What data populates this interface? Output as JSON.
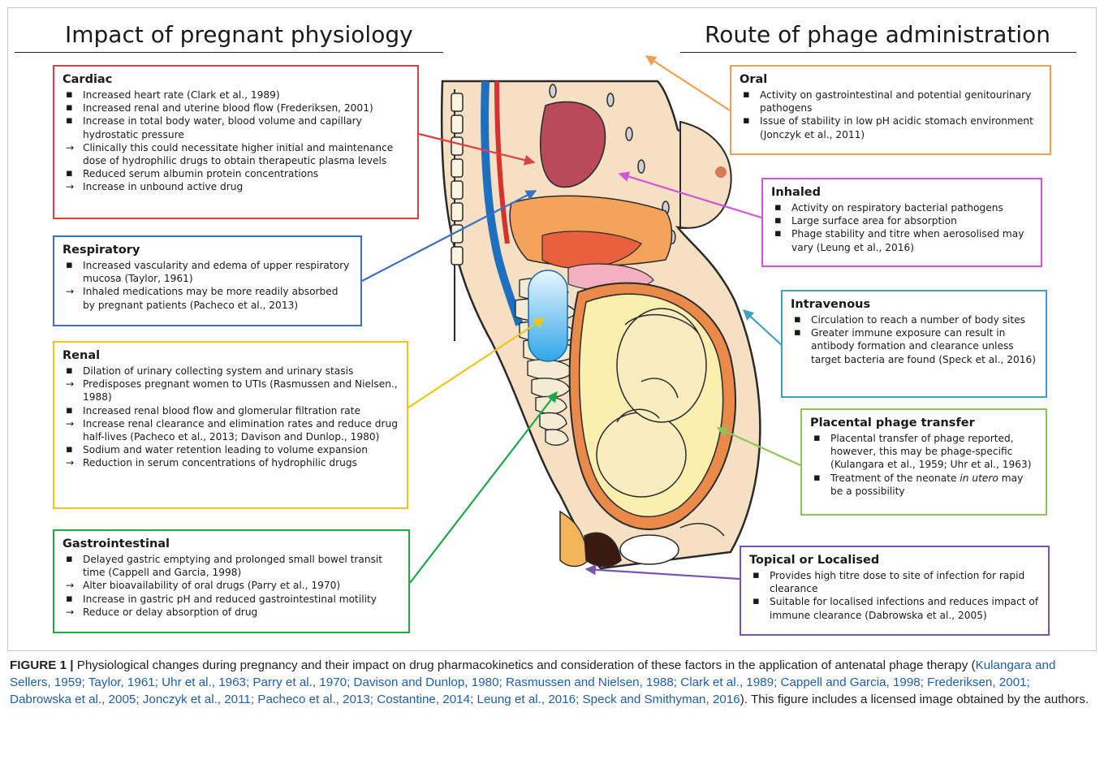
{
  "headings": {
    "left": "Impact of pregnant physiology",
    "right": "Route of phage administration"
  },
  "colors": {
    "cardiac": "#e04040",
    "respiratory": "#3a6fc4",
    "renal": "#f0c419",
    "gastrointestinal": "#1fa84a",
    "oral": "#f0a050",
    "inhaled": "#d056d8",
    "intravenous": "#3fa0bf",
    "placental": "#8fc45a",
    "topical": "#7a52b0"
  },
  "left_boxes": {
    "cardiac": {
      "title": "Cardiac",
      "items": [
        {
          "kind": "b",
          "text": "Increased heart rate (Clark et al., 1989)"
        },
        {
          "kind": "b",
          "text": "Increased renal and uterine blood flow (Frederiksen, 2001)"
        },
        {
          "kind": "b",
          "text": "Increase in total body water, blood volume and capillary hydrostatic pressure"
        },
        {
          "kind": "a",
          "text": "Clinically this could necessitate higher initial and maintenance dose of hydrophilic drugs to obtain therapeutic plasma levels"
        },
        {
          "kind": "b",
          "text": "Reduced serum albumin protein concentrations"
        },
        {
          "kind": "a",
          "text": "Increase in unbound active drug"
        }
      ]
    },
    "respiratory": {
      "title": "Respiratory",
      "items": [
        {
          "kind": "b",
          "text": "Increased vascularity and edema of upper respiratory mucosa (Taylor, 1961)"
        },
        {
          "kind": "a",
          "text": "Inhaled medications may be more readily absorbed by pregnant patients (Pacheco et al., 2013)"
        }
      ]
    },
    "renal": {
      "title": "Renal",
      "items": [
        {
          "kind": "b",
          "text": "Dilation of urinary collecting system and urinary stasis"
        },
        {
          "kind": "a",
          "text": "Predisposes pregnant women to UTIs (Rasmussen and Nielsen., 1988)"
        },
        {
          "kind": "b",
          "text": "Increased renal blood flow and glomerular filtration rate"
        },
        {
          "kind": "a",
          "text": "Increase renal clearance and elimination rates and reduce drug half-lives (Pacheco et al., 2013; Davison and Dunlop., 1980)"
        },
        {
          "kind": "b",
          "text": "Sodium and water retention leading to volume expansion"
        },
        {
          "kind": "a",
          "text": "Reduction in serum concentrations of hydrophilic drugs"
        }
      ]
    },
    "gastrointestinal": {
      "title": "Gastrointestinal",
      "items": [
        {
          "kind": "b",
          "text": "Delayed gastric emptying and prolonged small bowel transit time (Cappell and Garcia, 1998)"
        },
        {
          "kind": "a",
          "text": "Alter bioavailability of oral drugs (Parry et al., 1970)"
        },
        {
          "kind": "b",
          "text": "Increase in gastric pH and reduced gastrointestinal motility"
        },
        {
          "kind": "a",
          "text": "Reduce or delay absorption of drug"
        }
      ]
    }
  },
  "right_boxes": {
    "oral": {
      "title": "Oral",
      "items": [
        {
          "kind": "b",
          "text": "Activity on gastrointestinal and potential genitourinary pathogens"
        },
        {
          "kind": "b",
          "text": "Issue of stability in low pH acidic stomach environment (Jonczyk et al., 2011)"
        }
      ]
    },
    "inhaled": {
      "title": "Inhaled",
      "items": [
        {
          "kind": "b",
          "text": "Activity on respiratory bacterial pathogens"
        },
        {
          "kind": "b",
          "text": "Large surface area for absorption"
        },
        {
          "kind": "b",
          "text": "Phage stability and titre when aerosolised may vary (Leung et al., 2016)"
        }
      ]
    },
    "intravenous": {
      "title": "Intravenous",
      "items": [
        {
          "kind": "b",
          "text": "Circulation to reach a number of body sites"
        },
        {
          "kind": "b",
          "text": "Greater immune exposure can result in antibody formation and clearance unless target bacteria are found (Speck et al., 2016)"
        }
      ]
    },
    "placental": {
      "title": "Placental phage transfer",
      "items": [
        {
          "kind": "b",
          "text": "Placental transfer of phage reported, however, this may be phage-specific (Kulangara et al., 1959; Uhr et al., 1963)"
        },
        {
          "kind": "b",
          "text_before": "Treatment of the neonate ",
          "text_em": "in utero",
          "text_after": " may be a possibility"
        }
      ]
    },
    "topical": {
      "title": "Topical or Localised",
      "items": [
        {
          "kind": "b",
          "text": "Provides high titre dose to site of infection for rapid clearance"
        },
        {
          "kind": "b",
          "text": "Suitable for localised infections and reduces impact of immune clearance (Dabrowska et al., 2005)"
        }
      ]
    }
  },
  "caption": {
    "label": "FIGURE 1 |",
    "text_main": " Physiological changes during pregnancy and their impact on drug pharmacokinetics and consideration of these factors in the application of antenatal phage therapy (",
    "refs": "Kulangara and Sellers, 1959; Taylor, 1961; Uhr et al., 1963; Parry et al., 1970; Davison and Dunlop, 1980; Rasmussen and Nielsen, 1988; Clark et al., 1989; Cappell and Garcia, 1998; Frederiksen, 2001; Dabrowska et al., 2005; Jonczyk et al., 2011; Pacheco et al., 2013; Costantine, 2014; Leung et al., 2016; Speck and Smithyman, 2016",
    "text_end": "). This figure includes a licensed image obtained by the authors."
  }
}
